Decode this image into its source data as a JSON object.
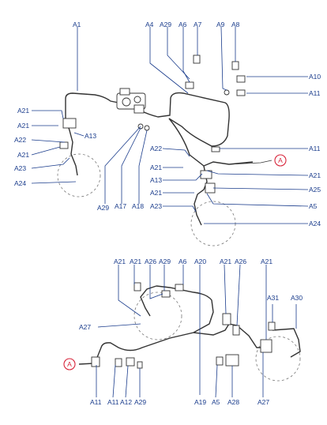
{
  "labels": {
    "A1": "A1",
    "A4": "A4",
    "A5": "A5",
    "A6": "A6",
    "A7": "A7",
    "A8": "A8",
    "A9": "A9",
    "A10": "A10",
    "A11": "A11",
    "A12": "A12",
    "A13": "A13",
    "A17": "A17",
    "A18": "A18",
    "A19": "A19",
    "A20": "A20",
    "A21": "A21",
    "A22": "A22",
    "A23": "A23",
    "A24": "A24",
    "A25": "A25",
    "A26": "A26",
    "A27": "A27",
    "A28": "A28",
    "A29": "A29",
    "A30": "A30",
    "A31": "A31"
  },
  "connector_marker": "A"
}
